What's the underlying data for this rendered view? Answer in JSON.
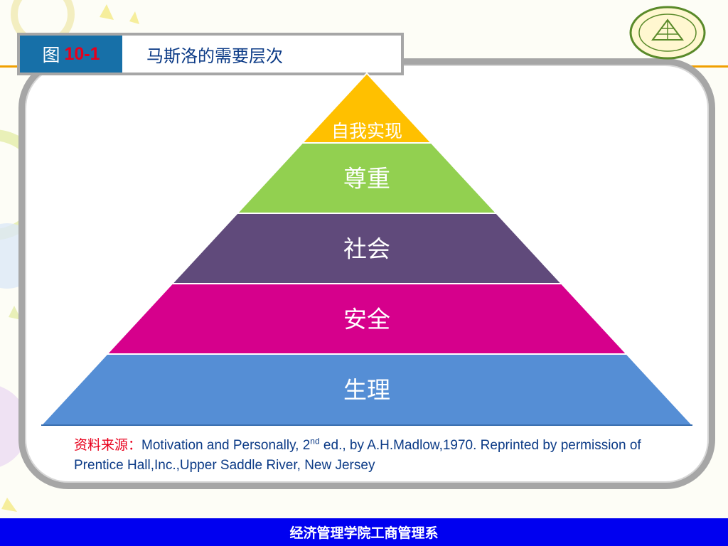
{
  "title_box": {
    "figure_prefix": "图",
    "figure_number": "10-1",
    "title": "马斯洛的需要层次"
  },
  "pyramid": {
    "levels": [
      {
        "label": "自我实现",
        "color": "#ffc000"
      },
      {
        "label": "尊重",
        "color": "#92d050"
      },
      {
        "label": "社会",
        "color": "#604a7b"
      },
      {
        "label": "安全",
        "color": "#d6008c"
      },
      {
        "label": "生理",
        "color": "#558ed5"
      }
    ]
  },
  "source": {
    "prefix": "资料来源：",
    "text_before_sup": "Motivation and Personally, 2",
    "sup": "nd",
    "text_after_sup": " ed., by A.H.Madlow,1970. Reprinted by permission of Prentice Hall,Inc.,Upper Saddle River, New Jersey"
  },
  "footer": {
    "text": "经济管理学院工商管理系"
  },
  "colors": {
    "title_blue": "#1770a8",
    "footer_blue": "#0000f0",
    "accent_red": "#e8001c",
    "text_navy": "#0b3a86",
    "logo_green": "#5a8a2a"
  }
}
